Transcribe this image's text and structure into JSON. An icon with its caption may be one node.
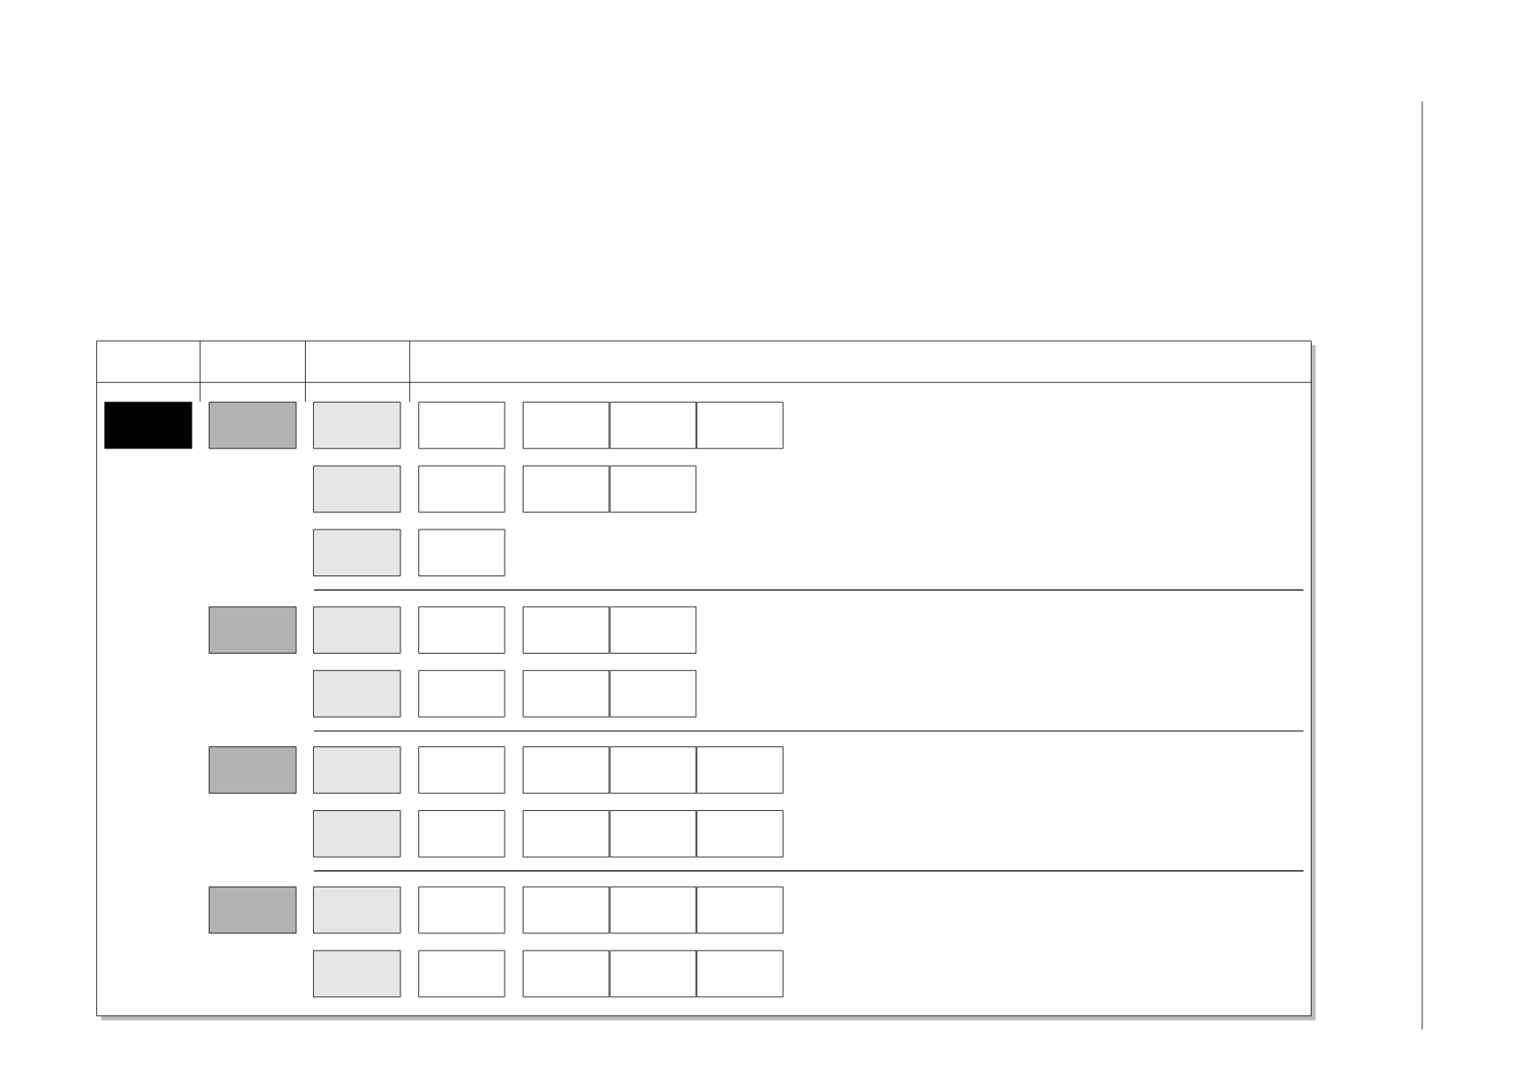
{
  "diagram": {
    "nodes": [
      {
        "text": [],
        "shape": "box"
      },
      {
        "text": [],
        "shape": "box"
      },
      {
        "text": [],
        "shape": "box"
      },
      {
        "text": [],
        "shape": "box"
      },
      {
        "text": [],
        "shape": "box"
      },
      {
        "text": [],
        "shape": "box"
      },
      {
        "text": [],
        "shape": "box"
      },
      {
        "text": [],
        "shape": "box"
      },
      {
        "text": [],
        "shape": "box"
      },
      {
        "text": [],
        "shape": "box"
      },
      {
        "text": [],
        "shape": "box"
      },
      {
        "text": [],
        "shape": "box"
      },
      {
        "text": [],
        "shape": "box"
      },
      {
        "text": [],
        "shape": "box"
      },
      {
        "text": [],
        "shape": "box"
      },
      {
        "text": [],
        "shape": "box"
      },
      {
        "text": [],
        "shape": "box"
      },
      {
        "text": [],
        "shape": "box"
      },
      {
        "text": [],
        "shape": "box"
      },
      {
        "text": [],
        "shape": "box"
      },
      {
        "text": [],
        "shape": "box"
      },
      {
        "text": [],
        "shape": "box"
      },
      {
        "text": [],
        "shape": "box"
      },
      {
        "text": [],
        "shape": "box"
      },
      {
        "text": [],
        "shape": "box"
      },
      {
        "text": [],
        "shape": "box"
      },
      {
        "text": [],
        "shape": "box"
      },
      {
        "text": [],
        "shape": "box"
      },
      {
        "text": [],
        "shape": "box"
      },
      {
        "text": [],
        "shape": "box"
      },
      {
        "text": [],
        "shape": "box"
      },
      {
        "text": [],
        "shape": "box"
      },
      {
        "text": [],
        "shape": "box"
      },
      {
        "text": [],
        "shape": "box"
      },
      {
        "text": [],
        "shape": "box"
      },
      {
        "text": [],
        "shape": "box"
      },
      {
        "text": [],
        "shape": "box"
      },
      {
        "text": [],
        "shape": "box"
      },
      {
        "text": [],
        "shape": "box"
      },
      {
        "text": [],
        "shape": "box"
      },
      {
        "text": [],
        "shape": "box"
      },
      {
        "text": [],
        "shape": "box"
      },
      {
        "text": [],
        "shape": "box"
      },
      {
        "text": [],
        "shape": "box"
      }
    ]
  }
}
